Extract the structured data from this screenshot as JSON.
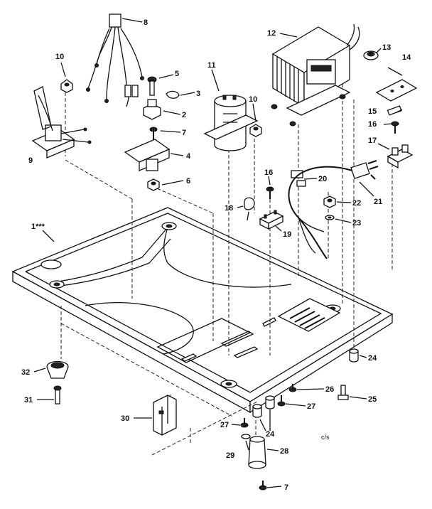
{
  "callouts": [
    {
      "id": "c1",
      "text": "1***"
    },
    {
      "id": "c2",
      "text": "2"
    },
    {
      "id": "c3",
      "text": "3"
    },
    {
      "id": "c4",
      "text": "4"
    },
    {
      "id": "c5",
      "text": "5"
    },
    {
      "id": "c6",
      "text": "6"
    },
    {
      "id": "c7a",
      "text": "7"
    },
    {
      "id": "c7b",
      "text": "7"
    },
    {
      "id": "c8",
      "text": "8"
    },
    {
      "id": "c9",
      "text": "9"
    },
    {
      "id": "c10a",
      "text": "10"
    },
    {
      "id": "c10b",
      "text": "10"
    },
    {
      "id": "c11",
      "text": "11"
    },
    {
      "id": "c12",
      "text": "12"
    },
    {
      "id": "c13",
      "text": "13"
    },
    {
      "id": "c14",
      "text": "14"
    },
    {
      "id": "c15",
      "text": "15"
    },
    {
      "id": "c16a",
      "text": "16"
    },
    {
      "id": "c16b",
      "text": "16"
    },
    {
      "id": "c17",
      "text": "17"
    },
    {
      "id": "c18",
      "text": "18"
    },
    {
      "id": "c19",
      "text": "19"
    },
    {
      "id": "c20",
      "text": "20"
    },
    {
      "id": "c21",
      "text": "21"
    },
    {
      "id": "c22",
      "text": "22"
    },
    {
      "id": "c23",
      "text": "23"
    },
    {
      "id": "c24a",
      "text": "24"
    },
    {
      "id": "c24b",
      "text": "24"
    },
    {
      "id": "c25",
      "text": "25"
    },
    {
      "id": "c26",
      "text": "26"
    },
    {
      "id": "c27a",
      "text": "27"
    },
    {
      "id": "c27b",
      "text": "27"
    },
    {
      "id": "c28",
      "text": "28"
    },
    {
      "id": "c29",
      "text": "29"
    },
    {
      "id": "c30",
      "text": "30"
    },
    {
      "id": "c31",
      "text": "31"
    },
    {
      "id": "c32",
      "text": "32"
    }
  ],
  "drawing_code": "c/s"
}
